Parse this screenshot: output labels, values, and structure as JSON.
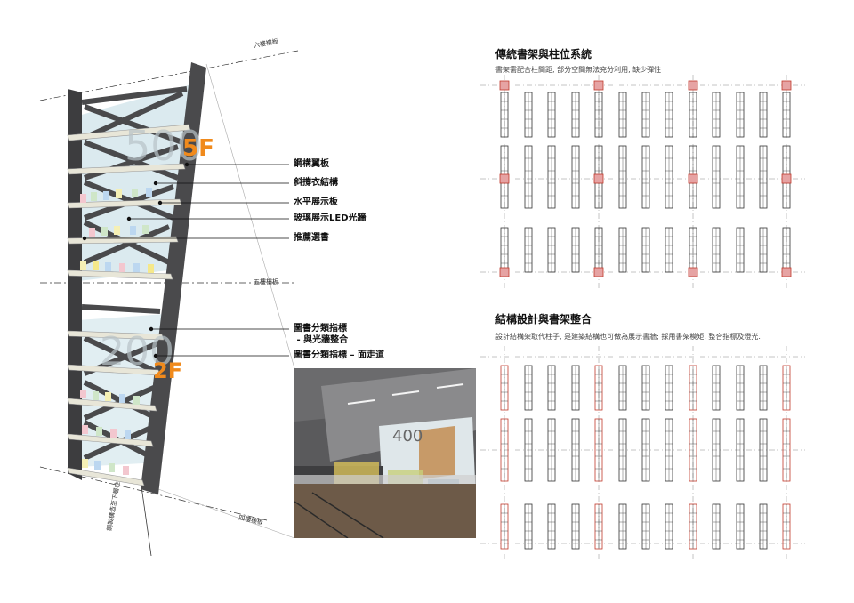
{
  "diagram": {
    "floor_labels": {
      "sixth": "六樓樓板",
      "fifth": "五樓樓板",
      "fourth": "四樓樓板",
      "column_note": "鋼製構造至下層柱"
    },
    "shelf_numbers": {
      "upper": "500",
      "upper_floor": "5F",
      "lower": "200",
      "lower_floor": "2F"
    },
    "photo_number": "400",
    "callouts_upper": [
      "鋼構翼板",
      "斜撐衣結構",
      "水平展示板",
      "玻璃展示LED光牆",
      "推薦選書"
    ],
    "callouts_lower": [
      "圖書分類指標\n - 與光牆整合",
      "圖書分類指標 – 面走道"
    ]
  },
  "panels": [
    {
      "title": "傳統書架與柱位系統",
      "subtitle": "書架需配合柱間距, 部分空間無法充分利用, 缺少彈性"
    },
    {
      "title": "結構設計與書架整合",
      "subtitle": "設計結構架取代柱子, 是建築結構也可做為展示書牆; 採用書架模矩, 整合指標及燈光."
    }
  ],
  "colors": {
    "steel": "#4a4a4c",
    "accent": "#f08a1c",
    "glass": "#cfe3ea",
    "column_fill": "#e6a3a3",
    "column_stroke": "#c0392b",
    "grid_line": "#888888"
  }
}
